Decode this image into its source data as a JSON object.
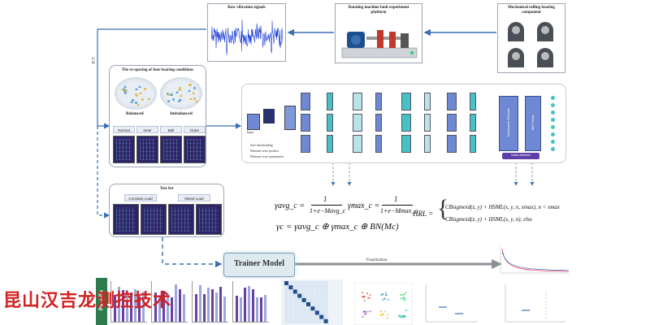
{
  "top": {
    "raw_signals_title": "Raw vibration signals",
    "platform_title": "Rotating machine fault experiment platform",
    "bearing_title": "Mechanical rolling bearing component"
  },
  "left": {
    "spacing_title": "The re-spacing of four bearing conditions",
    "balanced": "Balanced",
    "imbalanced": "Imbalanced",
    "conditions": [
      "Normal",
      "Inner",
      "Ball",
      "Outer"
    ],
    "side_label": "ICT",
    "test_title": "Test Set",
    "test_loads": [
      "Constant Load",
      "Mixed Load"
    ]
  },
  "network": {
    "legend": [
      "Soft thresholding",
      "Element-wise product",
      "Element-wise summation"
    ],
    "input_label": "Input",
    "transformer_label": "Transformer Encoder",
    "mlp_label": "MLP Head",
    "pool_label": "Gated Attention"
  },
  "formulas": {
    "gamma_avg_lhs": "γavg_c =",
    "gamma_max_lhs": "γmax_c =",
    "num": "1",
    "den_avg": "1+e−Mavg_c",
    "den_max": "1+e−Mmax_c",
    "gamma_c": "γc = γavg_c ⊕ γmax_c ⊕ BN(Mc)",
    "hrl_lhs": "HRL =",
    "hrl_case1": "CBsigmoid(z, y) + HSML(x, y, n, xmax), n < xmax",
    "hrl_case2": "CBsigmoid(z, y) + HSML(x, y, n), else"
  },
  "bottom": {
    "trainer": "Trainer Model",
    "visualization": "Visualization",
    "results": "Results"
  },
  "watermark": "昆山汉吉龙测控技术",
  "colors": {
    "signal": "#1f3fd6",
    "arrow": "#3a6fb5",
    "watermark": "#d12222",
    "network_blue": "#6e88d3",
    "network_teal": "#47c1c7"
  }
}
